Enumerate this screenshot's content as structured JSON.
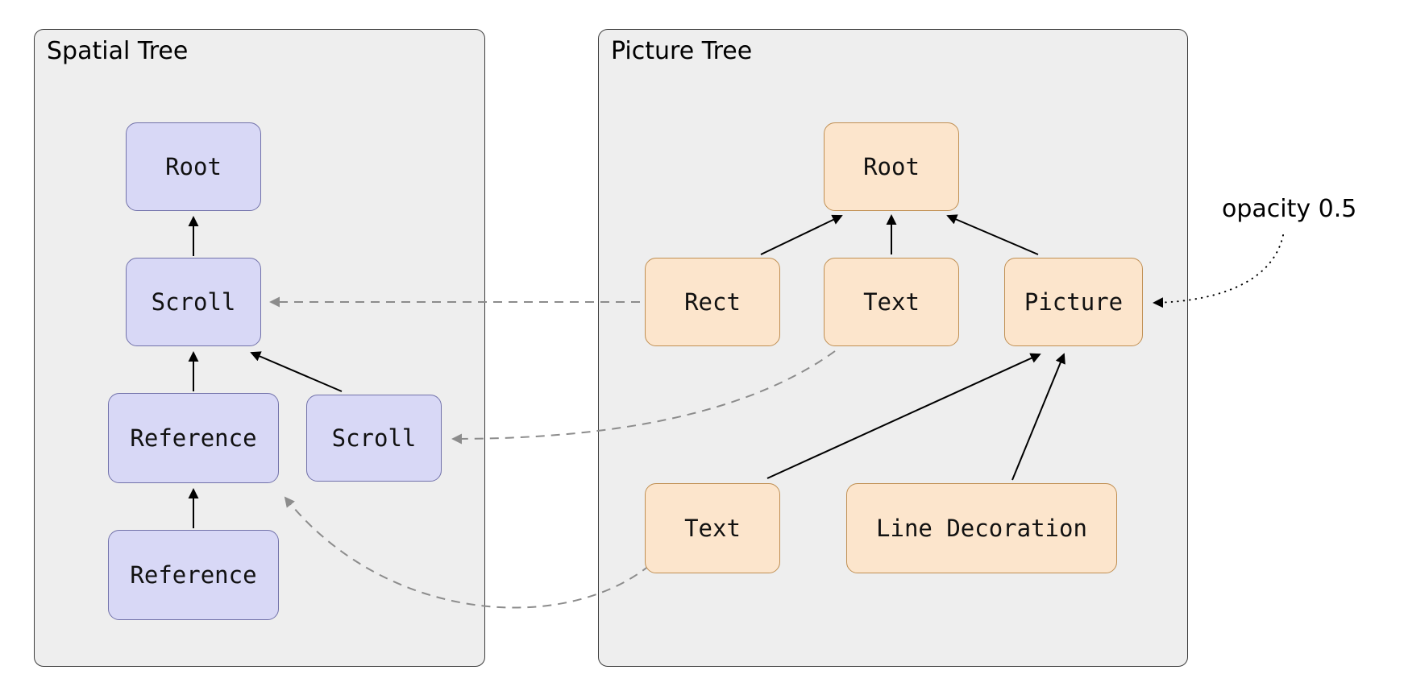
{
  "spatial_tree": {
    "title": "Spatial Tree",
    "nodes": {
      "root": "Root",
      "scroll1": "Scroll",
      "reference1": "Reference",
      "scroll2": "Scroll",
      "reference2": "Reference"
    }
  },
  "picture_tree": {
    "title": "Picture Tree",
    "nodes": {
      "root": "Root",
      "rect": "Rect",
      "text1": "Text",
      "picture": "Picture",
      "text2": "Text",
      "line_decoration": "Line Decoration"
    }
  },
  "annotations": {
    "opacity_label": "opacity 0.5"
  },
  "edges": {
    "spatial_parent_links": [
      {
        "from": "scroll1",
        "to": "root",
        "style": "solid"
      },
      {
        "from": "reference1",
        "to": "scroll1",
        "style": "solid"
      },
      {
        "from": "scroll2",
        "to": "scroll1",
        "style": "solid"
      },
      {
        "from": "reference2",
        "to": "reference1",
        "style": "solid"
      }
    ],
    "picture_parent_links": [
      {
        "from": "rect",
        "to": "root",
        "style": "solid"
      },
      {
        "from": "text1",
        "to": "root",
        "style": "solid"
      },
      {
        "from": "picture",
        "to": "root",
        "style": "solid"
      },
      {
        "from": "text2",
        "to": "picture",
        "style": "solid"
      },
      {
        "from": "line_decoration",
        "to": "picture",
        "style": "solid"
      }
    ],
    "cross_tree_links": [
      {
        "from": "picture_tree.rect",
        "to": "spatial_tree.scroll1",
        "style": "dashed"
      },
      {
        "from": "picture_tree.text1",
        "to": "spatial_tree.scroll2",
        "style": "dashed"
      },
      {
        "from": "picture_tree.text2",
        "to": "spatial_tree.reference1",
        "style": "dashed"
      }
    ],
    "annotation_links": [
      {
        "from": "opacity_label",
        "to": "picture_tree.picture",
        "style": "dotted"
      }
    ]
  },
  "colors": {
    "spatial_node_fill": "#d8d8f6",
    "spatial_node_border": "#7272aa",
    "picture_node_fill": "#fce5cc",
    "picture_node_border": "#c08f52",
    "panel_fill": "#eeeeee",
    "panel_border": "#3d3d3d",
    "solid_arrow": "#000000",
    "dashed_arrow": "#8c8c8c"
  }
}
